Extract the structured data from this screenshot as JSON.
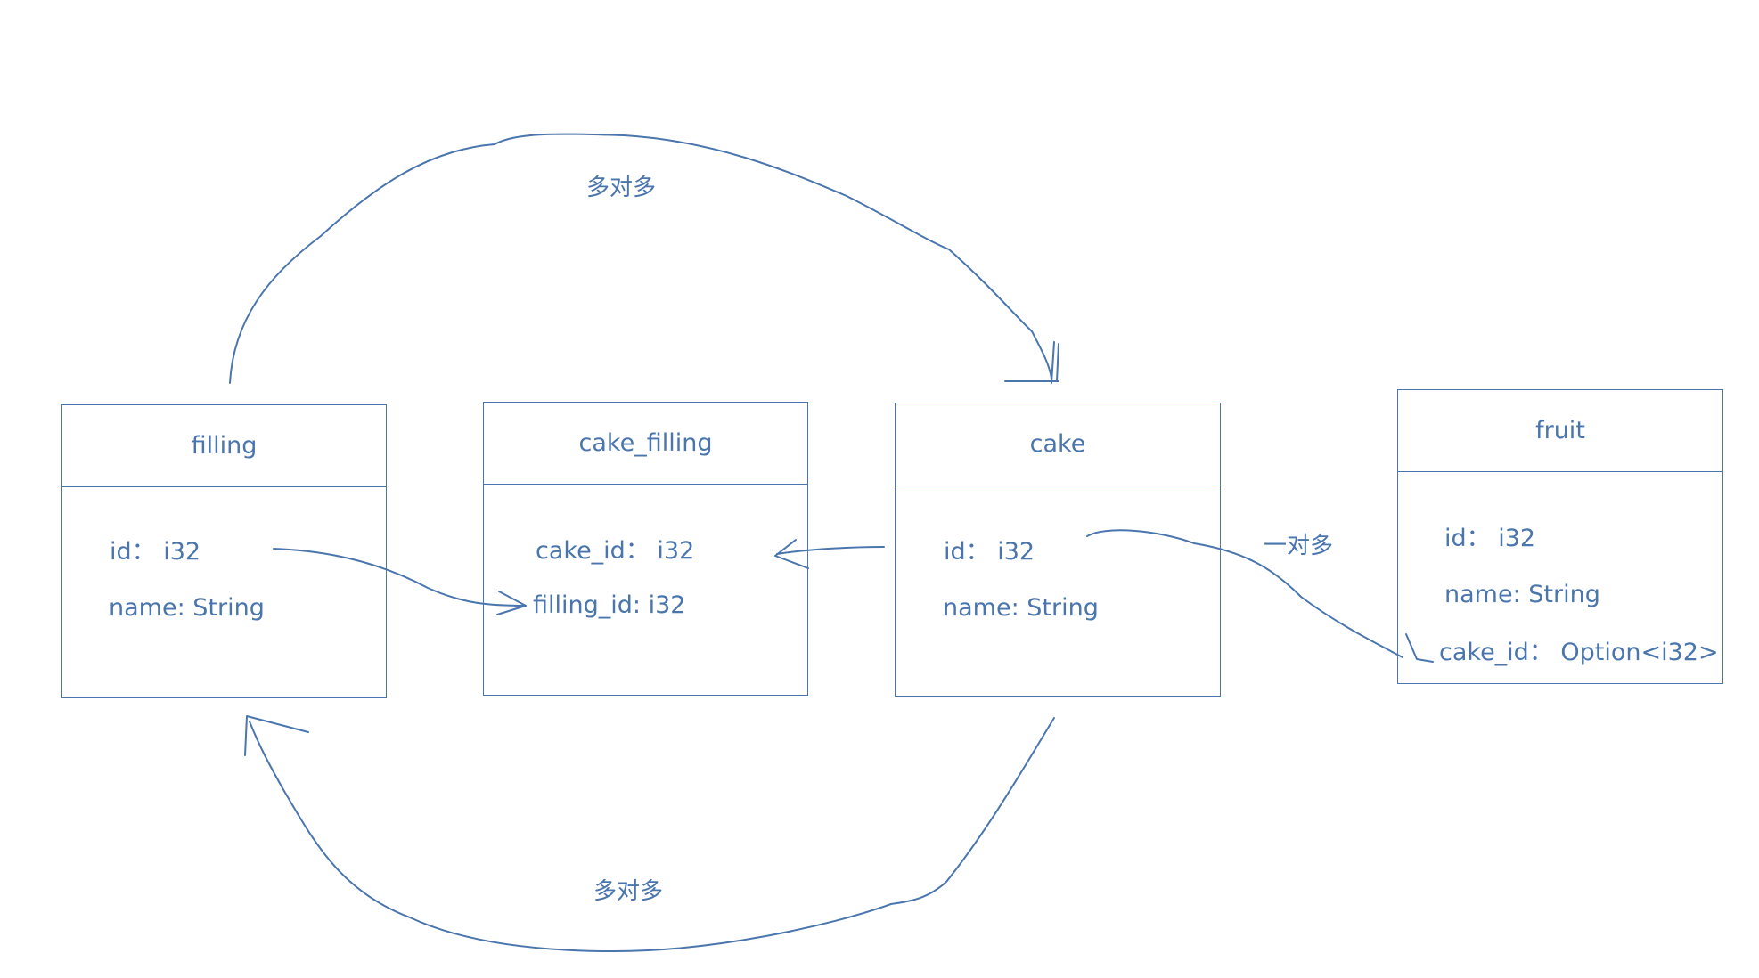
{
  "entities": {
    "filling": {
      "title": "filling",
      "fields": [
        "id：  i32",
        "name: String"
      ]
    },
    "cake_filling": {
      "title": "cake_filling",
      "fields": [
        "cake_id：  i32",
        "filling_id: i32"
      ]
    },
    "cake": {
      "title": "cake",
      "fields": [
        "id：  i32",
        "name: String"
      ]
    },
    "fruit": {
      "title": "fruit",
      "fields": [
        "id：  i32",
        "name: String",
        "cake_id：   Option<i32>"
      ]
    }
  },
  "relations": {
    "top": "多对多",
    "bottom": "多对多",
    "cake_fruit": "一对多"
  },
  "colors": {
    "stroke": "#4a76ad",
    "background": "#ffffff"
  }
}
